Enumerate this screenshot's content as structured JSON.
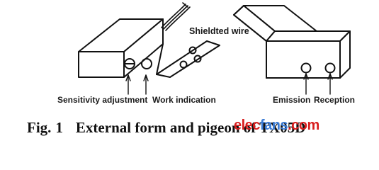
{
  "labels": {
    "shielded_wire": "Shieldted wire",
    "sensitivity": "Sensitivity adjustment",
    "work_indication": "Work indication",
    "emission": "Emission",
    "reception": "Reception"
  },
  "caption": {
    "prefix": "Fig.",
    "number": "1",
    "text": "External form and pigeon of TX05D"
  },
  "watermark": {
    "left": "elec",
    "dot": "fans",
    "right": ".com"
  }
}
